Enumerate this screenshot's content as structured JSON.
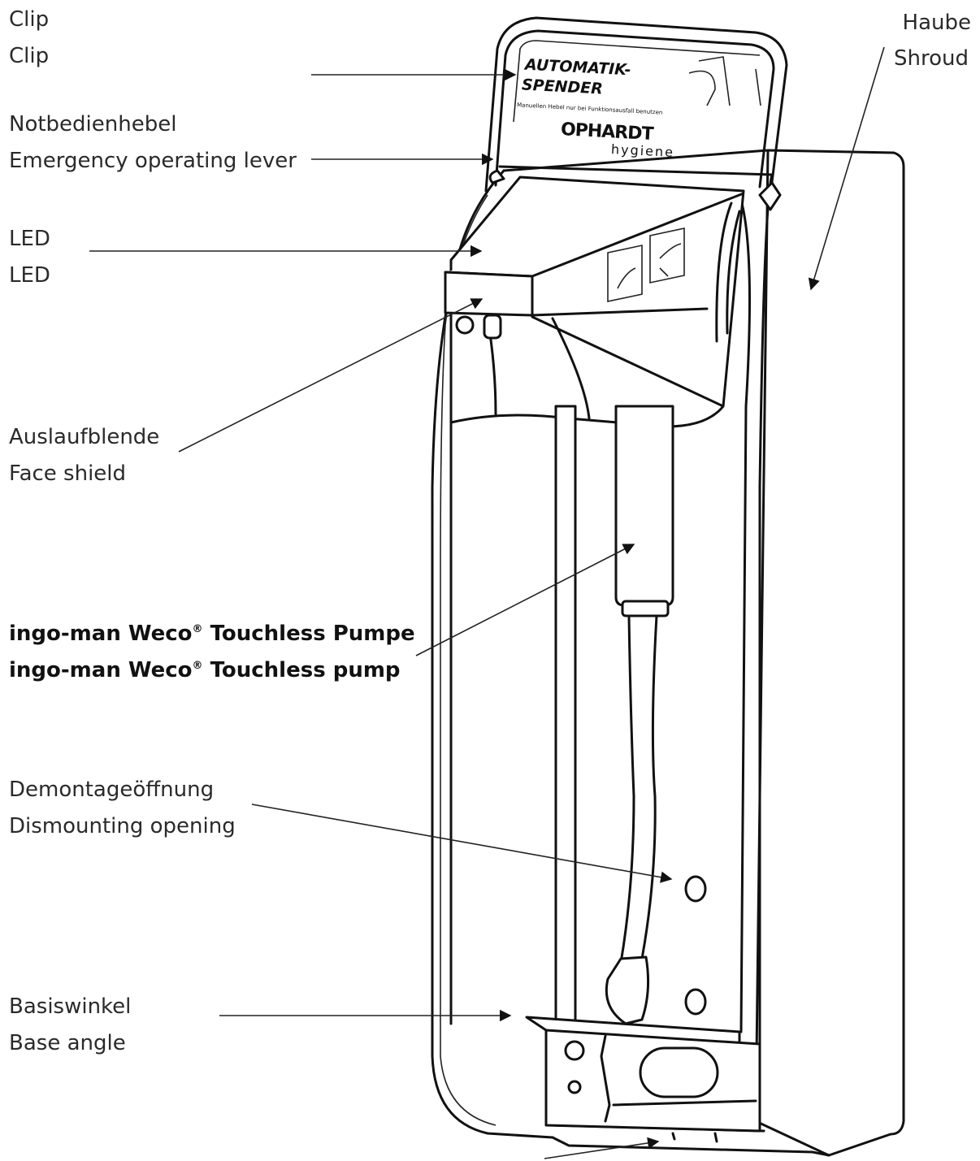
{
  "labels": {
    "clip": {
      "de": "Clip",
      "en": "Clip"
    },
    "lever": {
      "de": "Notbedienhebel",
      "en": "Emergency operating lever"
    },
    "led": {
      "de": "LED",
      "en": "LED"
    },
    "face_shield": {
      "de": "Auslaufblende",
      "en": "Face shield"
    },
    "pump": {
      "de_prefix": "ingo-man Weco",
      "de_suffix": " Touchless Pumpe",
      "en_prefix": "ingo-man Weco",
      "en_suffix": " Touchless pump",
      "reg": "®"
    },
    "dismount": {
      "de": "Demontageöffnung",
      "en": "Dismounting opening"
    },
    "base": {
      "de": "Basiswinkel",
      "en": "Base angle"
    },
    "shroud": {
      "de": "Haube",
      "en": "Shroud"
    }
  },
  "sticker": {
    "line1": "AUTOMATIK-",
    "line2": "SPENDER",
    "note": "Manuellen Hebel nur bei Funktionsausfall benutzen",
    "brand": "OPHARDT",
    "brand_sub": "hygiene"
  }
}
